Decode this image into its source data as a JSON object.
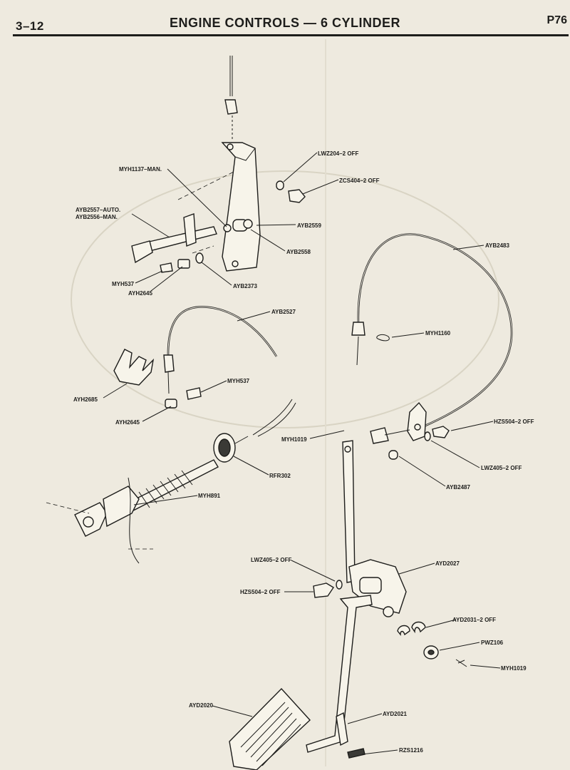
{
  "header": {
    "page_number": "3–12",
    "title": "ENGINE CONTROLS — 6 CYLINDER",
    "page_code": "P76"
  },
  "labels": {
    "lwz204": "LWZ204–2 OFF",
    "myh1137": "MYH1137–MAN.",
    "zcs404": "ZCS404–2 OFF",
    "ayb2557": "AYB2557–AUTO.",
    "ayb2556": "AYB2556–MAN.",
    "ayb2559": "AYB2559",
    "ayb2558": "AYB2558",
    "ayb2483": "AYB2483",
    "myh537_top": "MYH537",
    "ayh2645_top": "AYH2645",
    "ayb2373": "AYB2373",
    "ayb2527": "AYB2527",
    "myh1160": "MYH1160",
    "myh537_mid": "MYH537",
    "ayh2685": "AYH2685",
    "ayh2645_mid": "AYH2645",
    "hzs504_right": "HZS504–2 OFF",
    "myh1019_mid": "MYH1019",
    "lwz405_right": "LWZ405–2 OFF",
    "rfr302": "RFR302",
    "ayb2487": "AYB2487",
    "myh891": "MYH891",
    "lwz405_left": "LWZ405–2 OFF",
    "ayd2027": "AYD2027",
    "hzs504_left": "HZS504–2 OFF",
    "ayd2031": "AYD2031–2 OFF",
    "pwz106": "PWZ106",
    "myh1019_bot": "MYH1019",
    "ayd2020": "AYD2020",
    "ayd2021": "AYD2021",
    "rzs1216": "RZS1216"
  },
  "colors": {
    "paper": "#eeeadf",
    "ink": "#1d1d1b"
  }
}
